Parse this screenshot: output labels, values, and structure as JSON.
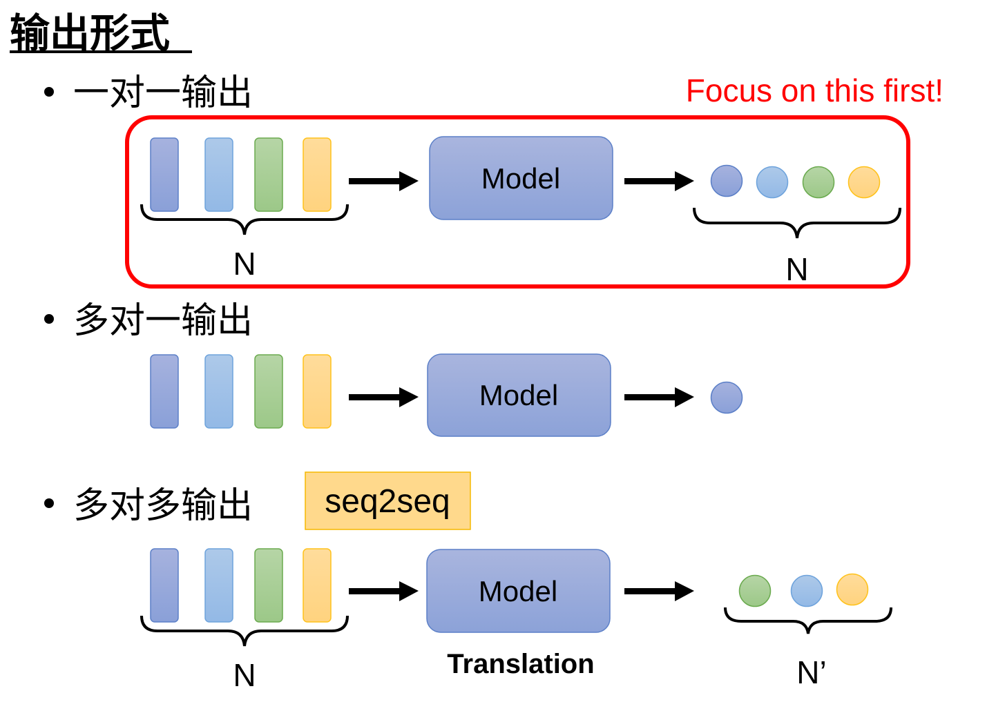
{
  "title": "输出形式",
  "colors": {
    "highlight": "#ff0000",
    "model_fill_top": "#a9b5de",
    "model_fill_bottom": "#8ca2d8",
    "model_stroke": "#5b7fc7",
    "blue": {
      "top": "#a6b2de",
      "bottom": "#8aa0d8",
      "stroke": "#5b7fc7"
    },
    "lightblue": {
      "top": "#adc9e9",
      "bottom": "#93b9e6",
      "stroke": "#6ea3dc"
    },
    "green": {
      "top": "#b6d5a6",
      "bottom": "#9cc888",
      "stroke": "#6aaa4e"
    },
    "yellow": {
      "top": "#ffdc9b",
      "bottom": "#ffd37f",
      "stroke": "#ffc21a"
    },
    "seq_fill": "#ffd98c",
    "seq_stroke": "#f5b800"
  },
  "sections": [
    {
      "label": "一对一输出",
      "inputs": [
        "blue",
        "lightblue",
        "green",
        "yellow"
      ],
      "model_label": "Model",
      "outputs": [
        "blue",
        "lightblue",
        "green",
        "yellow"
      ],
      "input_count_label": "N",
      "output_count_label": "N",
      "highlighted": true,
      "note": "Focus on this first!"
    },
    {
      "label": "多对一输出",
      "inputs": [
        "blue",
        "lightblue",
        "green",
        "yellow"
      ],
      "model_label": "Model",
      "outputs": [
        "blue"
      ]
    },
    {
      "label": "多对多输出",
      "tag": "seq2seq",
      "inputs": [
        "blue",
        "lightblue",
        "green",
        "yellow"
      ],
      "model_label": "Model",
      "model_caption": "Translation",
      "outputs": [
        "green",
        "lightblue",
        "yellow"
      ],
      "input_count_label": "N",
      "output_count_label": "N’"
    }
  ]
}
